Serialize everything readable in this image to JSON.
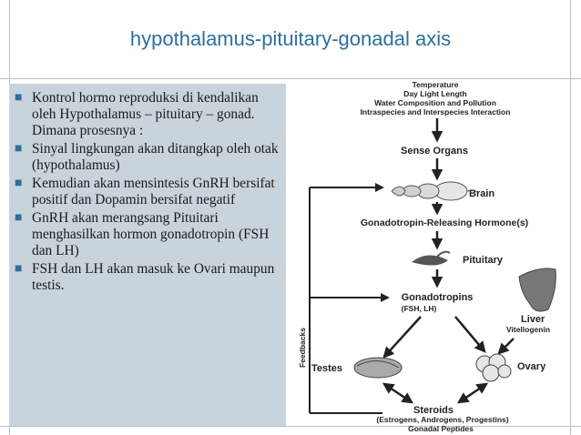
{
  "slide": {
    "title": "hypothalamus-pituitary-gonadal axis",
    "bullets": [
      "Kontrol hormo reproduksi di kendalikan oleh Hypothalamus – pituitary – gonad. Dimana prosesnya :",
      "Sinyal lingkungan akan ditangkap oleh otak (hypothalamus)",
      "Kemudian akan mensintesis GnRH  bersifat positif dan Dopamin bersifat negatif",
      "GnRH akan merangsang Pituitari menghasilkan hormon gonadotropin (FSH dan LH)",
      "FSH dan LH akan masuk ke Ovari maupun testis."
    ],
    "accent_color": "#2c6f9e",
    "panel_color": "#c9d3dc"
  },
  "diagram": {
    "env_lines": [
      "Temperature",
      "Day Light Length",
      "Water Composition and Pollution",
      "Intraspecies and Interspecies Interaction"
    ],
    "sense": "Sense Organs",
    "brain": "Brain",
    "gnrh": "Gonadotropin-Releasing Hormone(s)",
    "pituitary": "Pituitary",
    "gonadotropins": "Gonadotropins",
    "fsh_lh": "(FSH, LH)",
    "liver": "Liver",
    "vitellogenin": "Vitellogenin",
    "feedbacks": "Feedbacks",
    "testes": "Testes",
    "ovary": "Ovary",
    "steroids": "Steroids",
    "steroid_list": "(Estrogens, Androgens, Progestins)",
    "gonadal": "Gonadal Peptides"
  }
}
